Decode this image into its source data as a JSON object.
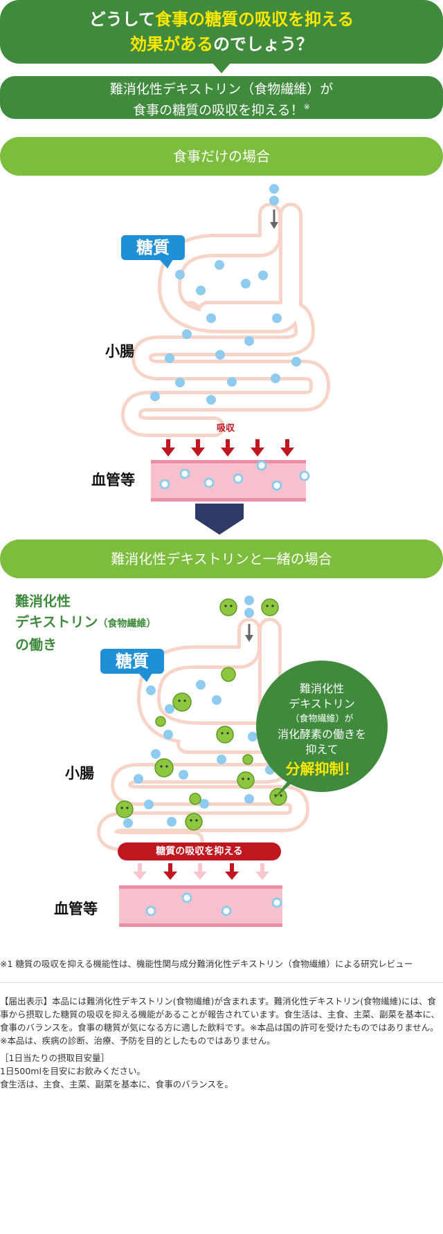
{
  "header": {
    "title_line1_pre": "どうして",
    "title_line1_hl": "食事の糖質の吸収を抑える",
    "title_line2_hl": "効果がある",
    "title_line2_post": "のでしょう？",
    "sub_line1": "難消化性デキストリン（食物繊維）が",
    "sub_line2": "食事の糖質の吸収を抑える！",
    "sub_note": "※"
  },
  "section1": {
    "title": "食事だけの場合",
    "sugar_tag": "糖質",
    "intestine_label": "小腸",
    "absorb_label": "吸収",
    "vessel_label": "血管等"
  },
  "section2": {
    "title": "難消化性デキストリンと一緒の場合",
    "work_line1": "難消化性",
    "work_line2": "デキストリン",
    "work_line2_small": "（食物繊維）",
    "work_line3": "の働き",
    "sugar_tag": "糖質",
    "intestine_label": "小腸",
    "bubble_line1": "難消化性",
    "bubble_line2": "デキストリン",
    "bubble_line3": "（食物繊維）が",
    "bubble_line4": "消化酵素の働きを",
    "bubble_line5": "抑えて",
    "bubble_line6": "分解抑制！",
    "suppress_label": "糖質の吸収を抑える",
    "vessel_label": "血管等"
  },
  "footnotes": {
    "note1": "※1 糖質の吸収を抑える機能性は、機能性関与成分難消化性デキストリン（食物繊維）による研究レビュー",
    "notice": "【届出表示】本品には難消化性デキストリン(食物繊維)が含まれます。難消化性デキストリン(食物繊維)には、食事から摂取した糖質の吸収を抑える機能があることが報告されています。食生活は、主食、主菜、副菜を基本に、食事のバランスを。食事の糖質が気になる方に適した飲料です。※本品は国の許可を受けたものではありません。※本品は、疾病の診断、治療、予防を目的としたものではありません。",
    "intake_title": "［1日当たりの摂取目安量］",
    "intake_line1": "1日500mlを目安にお飲みください。",
    "intake_line2": "食生活は、主食、主菜、副菜を基本に、食事のバランスを。"
  },
  "colors": {
    "banner_green": "#3f8a3c",
    "section_green": "#7cbd3e",
    "highlight_yellow": "#ffe700",
    "sugar_blue": "#1f8fd6",
    "arrow_red": "#c0161f",
    "intestine_pink": "#f8d4c8",
    "vessel_pink": "#f6bfcb",
    "navy_arrow": "#2f3b67"
  },
  "icons": [
    "sugar-particle-icon",
    "dextrin-character-icon",
    "down-arrow-icon",
    "absorb-arrow-icon"
  ]
}
